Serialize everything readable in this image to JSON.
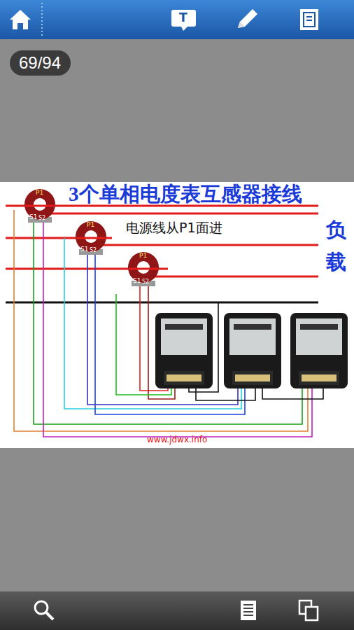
{
  "diagram": {
    "title": "3个单相电度表互感器接线",
    "nodes": [
      {
        "text": [
          "69/94"
        ]
      }
    ],
    "labels": [
      "T",
      "电源线从P1面进",
      "负载",
      "P1",
      "S1",
      "S2",
      "P1",
      "S1",
      "S2",
      "P1",
      "S1",
      "S2",
      "www.jdwx.info"
    ]
  }
}
